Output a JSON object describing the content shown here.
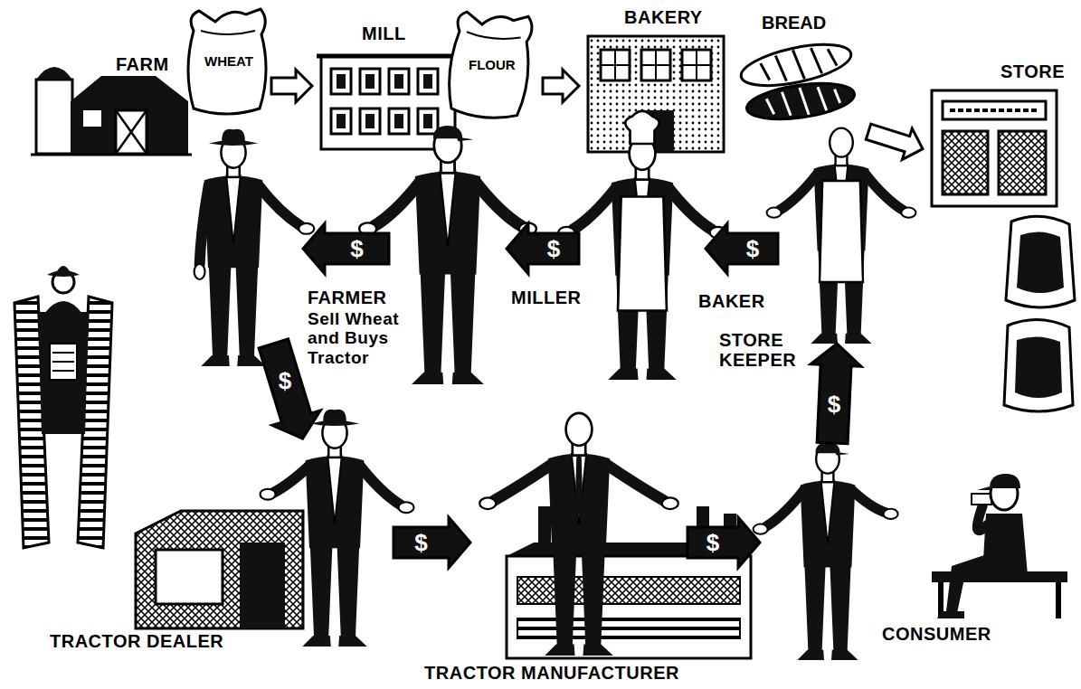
{
  "diagram": {
    "nodes": [
      {
        "text": [
          "FARM"
        ]
      },
      {
        "text": [
          "MILL"
        ]
      },
      {
        "text": [
          "BAKERY"
        ]
      },
      {
        "text": [
          "STORE"
        ]
      },
      {
        "text": [
          "FARMER",
          "Sell Wheat and Buys Tractor"
        ]
      },
      {
        "text": [
          "MILLER"
        ]
      },
      {
        "text": [
          "BAKER"
        ]
      },
      {
        "text": [
          "STORE KEEPER"
        ]
      },
      {
        "text": [
          "TRACTOR DEALER"
        ]
      },
      {
        "text": [
          "TRACTOR MANUFACTURER"
        ]
      },
      {
        "text": [
          "CONSUMER"
        ]
      }
    ],
    "edges": [
      {
        "from": 0,
        "to": 1,
        "arrow": "to"
      },
      {
        "from": 1,
        "to": 2,
        "arrow": "to"
      },
      {
        "from": 2,
        "to": 3,
        "arrow": "to"
      },
      {
        "from": 10,
        "to": 7,
        "label": "$",
        "arrow": "to"
      },
      {
        "from": 7,
        "to": 6,
        "label": "$",
        "arrow": "to"
      },
      {
        "from": 6,
        "to": 5,
        "label": "$",
        "arrow": "to"
      },
      {
        "from": 5,
        "to": 4,
        "label": "$",
        "arrow": "to"
      },
      {
        "from": 4,
        "to": 8,
        "label": "$",
        "arrow": "to"
      },
      {
        "from": 8,
        "to": 9,
        "label": "$",
        "arrow": "to"
      },
      {
        "from": 9,
        "to": 10,
        "label": "$",
        "arrow": "to"
      }
    ],
    "labels": [
      "WHEAT",
      "FLOUR",
      "BREAD"
    ]
  }
}
